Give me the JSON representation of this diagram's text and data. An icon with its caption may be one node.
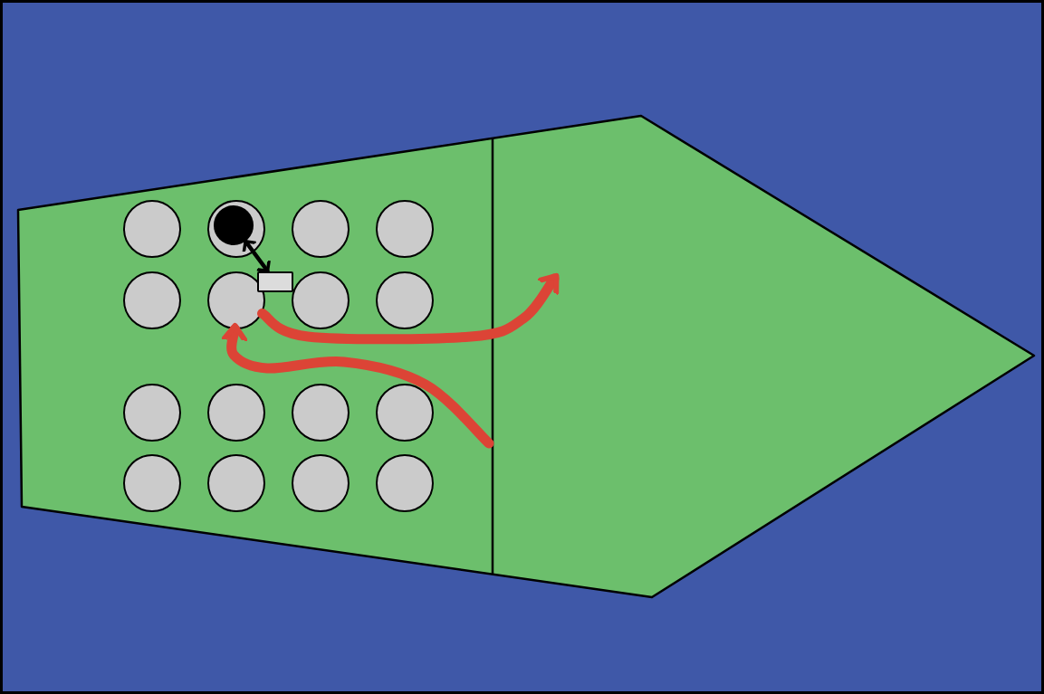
{
  "diagram": {
    "nodes": [
      {
        "text": [],
        "shape": "circle"
      },
      {
        "text": [],
        "shape": "circle"
      },
      {
        "text": [],
        "shape": "circle"
      },
      {
        "text": [],
        "shape": "circle"
      },
      {
        "text": [],
        "shape": "circle"
      },
      {
        "text": [],
        "shape": "circle"
      },
      {
        "text": [],
        "shape": "circle"
      },
      {
        "text": [],
        "shape": "circle"
      },
      {
        "text": [],
        "shape": "circle"
      },
      {
        "text": [],
        "shape": "circle"
      },
      {
        "text": [],
        "shape": "circle"
      },
      {
        "text": [],
        "shape": "circle"
      },
      {
        "text": [],
        "shape": "circle"
      },
      {
        "text": [],
        "shape": "circle"
      },
      {
        "text": [],
        "shape": "circle"
      },
      {
        "text": [],
        "shape": "circle"
      },
      {
        "text": [],
        "shape": "circle",
        "in": 1
      },
      {
        "text": [],
        "shape": "box"
      }
    ],
    "edges": [
      {
        "from": 16,
        "to": 17,
        "arrow": "both",
        "color": "#000000"
      },
      {
        "from": 5,
        "to": null,
        "arrow": "to"
      },
      {
        "from": null,
        "to": 5,
        "arrow": "to"
      }
    ]
  }
}
